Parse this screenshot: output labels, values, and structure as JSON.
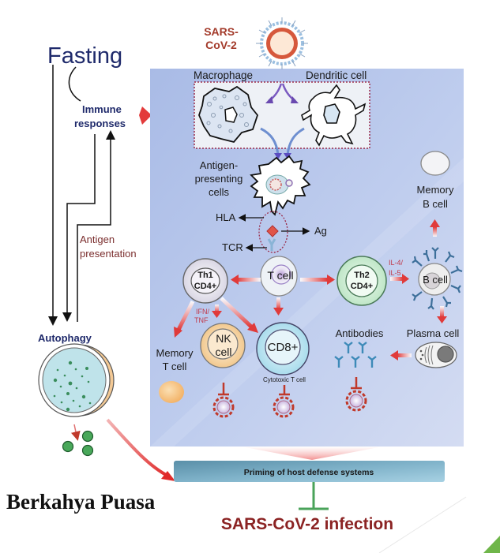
{
  "title": "Berkahya Puasa",
  "left": {
    "fasting": "Fasting",
    "immune_responses": [
      "Immune",
      "responses"
    ],
    "antigen_presentation": [
      "Antigen",
      "presentation"
    ],
    "autophagy": "Autophagy"
  },
  "virus": {
    "label": [
      "SARS-",
      "CoV-2"
    ]
  },
  "panel": {
    "macrophage": "Macrophage",
    "dendritic_cell": "Dendritic cell",
    "apc": [
      "Antigen-",
      "presenting",
      "cells"
    ],
    "hla": "HLA",
    "ag": "Ag",
    "tcr": "TCR",
    "t_cell": "T cell",
    "th1": [
      "Th1",
      "CD4+"
    ],
    "th2": [
      "Th2",
      "CD4+"
    ],
    "ifn_tnf": [
      "IFN/",
      "TNF"
    ],
    "il4_il5": [
      "IL-4/",
      "IL-5"
    ],
    "nk_cell": [
      "NK",
      "cell"
    ],
    "cd8": "CD8+",
    "cytotoxic": "Cytotoxic T cell",
    "memory_t": [
      "Memory",
      "T cell"
    ],
    "memory_b": [
      "Memory",
      "B cell"
    ],
    "b_cell": "B cell",
    "plasma_cell": "Plasma cell",
    "antibodies": "Antibodies"
  },
  "bottom": {
    "priming": "Priming of host defense systems",
    "infection": "SARS-CoV-2 infection"
  },
  "colors": {
    "navy": "#1f2a6b",
    "dark_red": "#8b2323",
    "panel": "#b6c6ea",
    "arrow_red": "#e03a3a",
    "inhibit_green": "#4aa35a",
    "priming_bar": "#6ea3bd"
  }
}
